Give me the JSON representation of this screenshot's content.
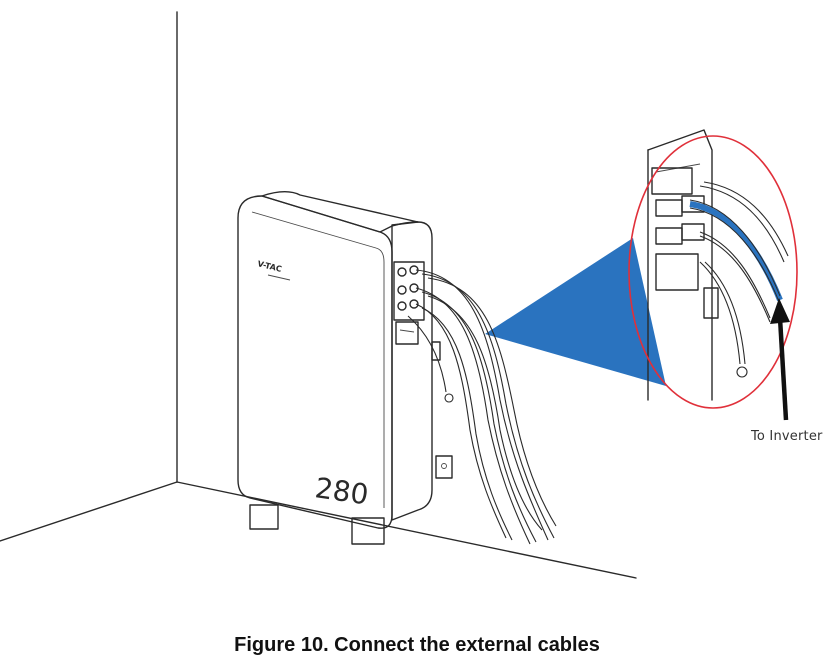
{
  "figure": {
    "device_logo": "V-TAC",
    "device_model_number": "280",
    "annotation": "To Inverter",
    "caption": "Figure 10. Connect the external cables"
  },
  "colors": {
    "highlight_blue": "#2a73bf",
    "callout_circle": "#e0303a",
    "line": "#2a2a2a",
    "background": "#ffffff"
  }
}
